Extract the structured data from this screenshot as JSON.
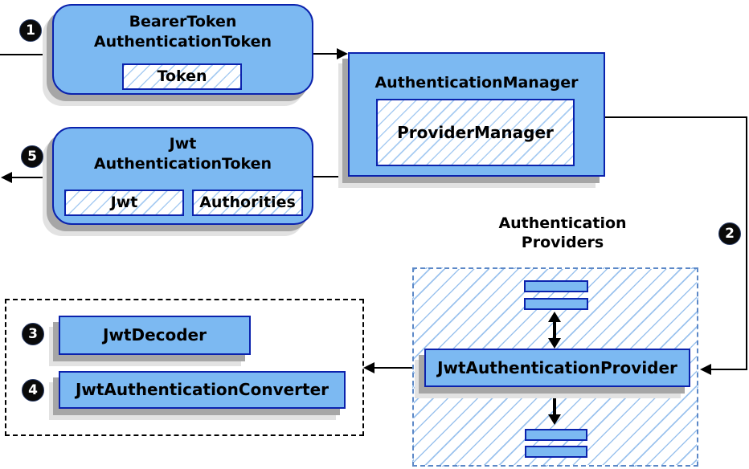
{
  "diagram": {
    "title": "JWT authentication architecture",
    "colors": {
      "box_fill": "#7cb9f2",
      "box_border": "#0b22ad",
      "hatch_line": "#a8ccf2",
      "providers_dash_border": "#5c88c7",
      "black_dash_border": "#000000",
      "shadow_dark": "#a6a6a6",
      "shadow_light": "#e2e2e2",
      "arrow": "#000000",
      "badge_bg": "#0a0a0a",
      "badge_text": "#ffffff"
    },
    "bearer": {
      "line1": "BearerToken",
      "line2": "AuthenticationToken",
      "field": "Token"
    },
    "auth_manager": {
      "title": "AuthenticationManager",
      "field": "ProviderManager"
    },
    "jwt_token": {
      "line1": "Jwt",
      "line2": "AuthenticationToken",
      "field_jwt": "Jwt",
      "field_authorities": "Authorities"
    },
    "providers": {
      "label_line1": "Authentication",
      "label_line2": "Providers",
      "provider_title": "JwtAuthenticationProvider"
    },
    "decoder": {
      "title": "JwtDecoder"
    },
    "converter": {
      "title": "JwtAuthenticationConverter"
    },
    "steps": {
      "s1": "1",
      "s2": "2",
      "s3": "3",
      "s4": "4",
      "s5": "5"
    }
  }
}
